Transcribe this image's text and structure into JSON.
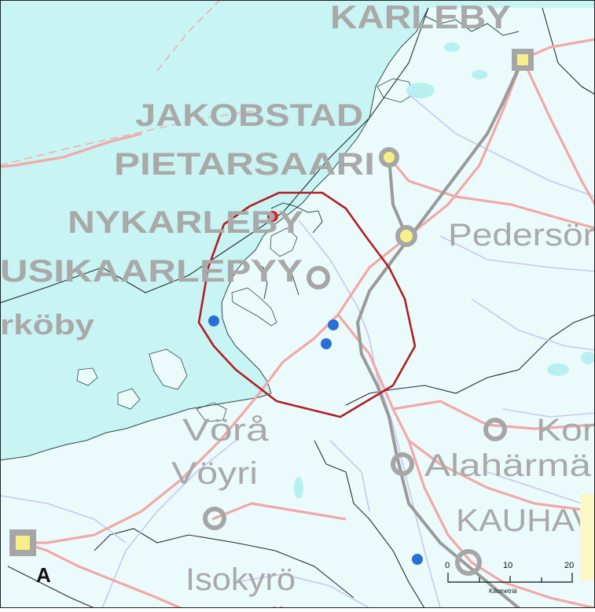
{
  "map": {
    "labels": {
      "karleby": "KARLEBY",
      "jakobstad": "JAKOBSTAD",
      "pietarsaari": "PIETARSAARI",
      "nykarleby": "NYKARLEBY",
      "uusikaarlepyy": "USIKAARLEPYY",
      "oravais": "rköby",
      "pedersore": "Pedersör",
      "vora": "Vörå",
      "voyri": "Vöyri",
      "kortesjarvi": "Kor",
      "alaharma": "Alahärmä",
      "kauhava": "KAUHAV",
      "isokyro": "Isokyrö",
      "ylistaro": "Ylist",
      "corner_letter": "A"
    },
    "scale_bar": {
      "ticks": [
        "0",
        "10",
        "20"
      ],
      "unit": "Kilometriä"
    },
    "colors": {
      "sea": "#c8f4f4",
      "land": "#ebfbfb",
      "road_major": "#f2a8a8",
      "road_minor": "#c9c6ee",
      "rail": "#9a9a9a",
      "study_area": "#b01e23",
      "site_red": "#d32626",
      "site_blue": "#2a6fd6",
      "city_square": "#f7f08a",
      "city_ring": "#a6a6a6"
    }
  }
}
